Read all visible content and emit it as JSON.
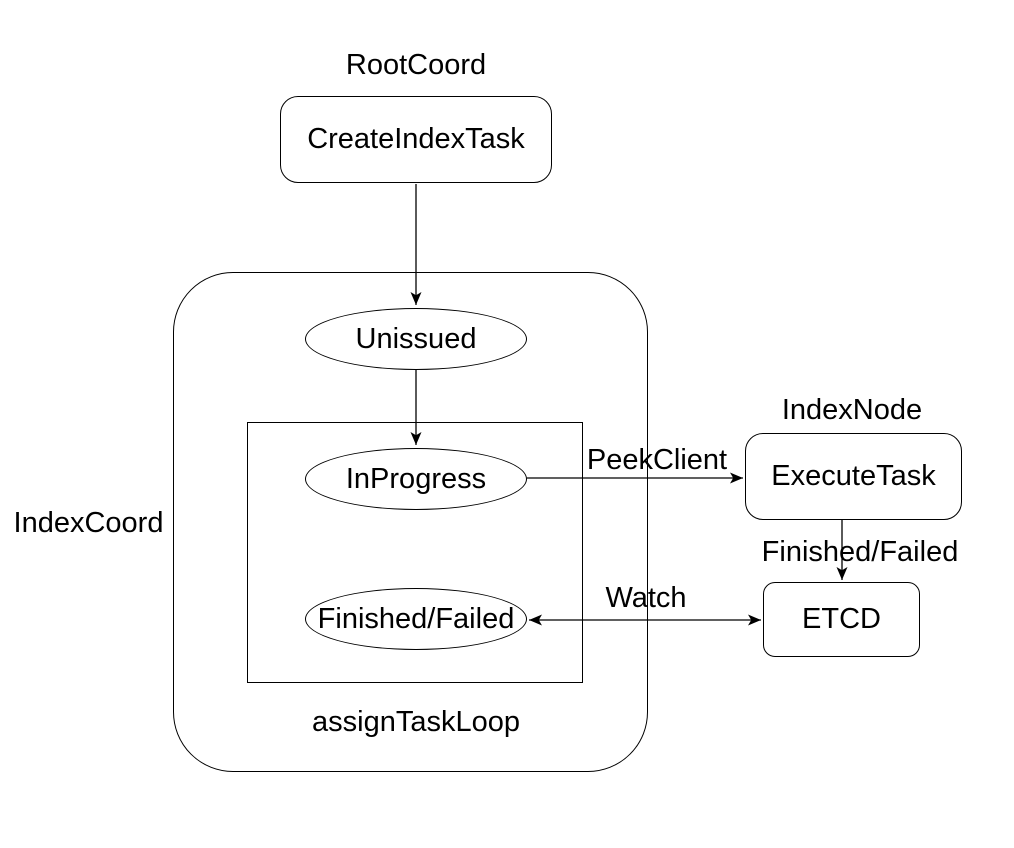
{
  "diagram": {
    "background_color": "#ffffff",
    "stroke_color": "#000000",
    "text_color": "#000000",
    "containers": {
      "index_coord_label": "IndexCoord",
      "assign_task_loop_label": "assignTaskLoop"
    },
    "section_labels": {
      "root_coord": "RootCoord",
      "index_node": "IndexNode"
    },
    "nodes": {
      "create_index_task": "CreateIndexTask",
      "unissued": "Unissued",
      "in_progress": "InProgress",
      "finished_failed": "Finished/Failed",
      "execute_task": "ExecuteTask",
      "etcd": "ETCD"
    },
    "edge_labels": {
      "peek_client": "PeekClient",
      "finished_failed": "Finished/Failed",
      "watch": "Watch"
    }
  }
}
